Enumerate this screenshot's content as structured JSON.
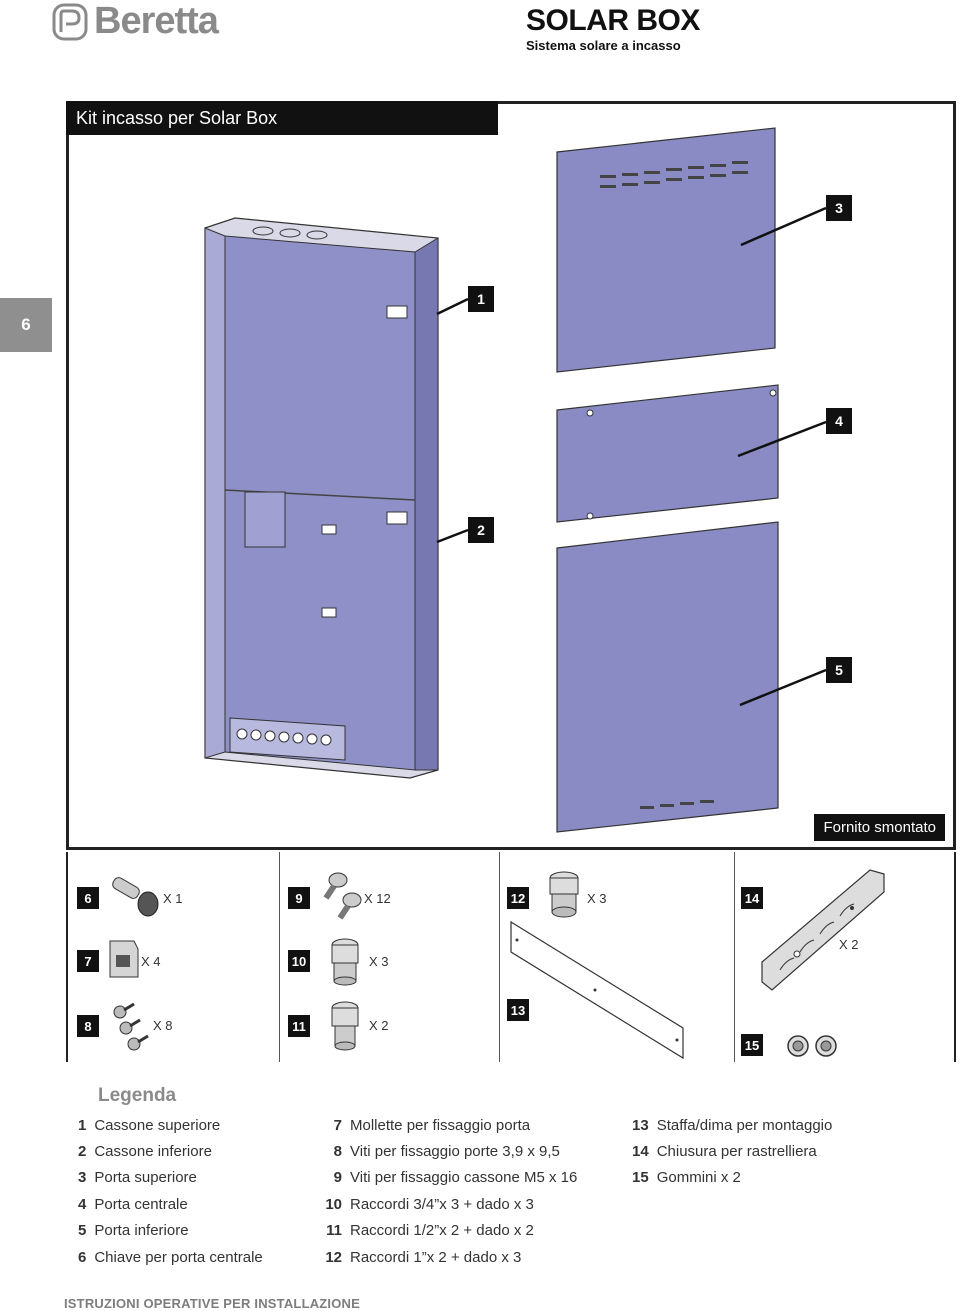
{
  "brand": {
    "name": "Beretta"
  },
  "header": {
    "title": "SOLAR BOX",
    "subtitle": "Sistema solare a incasso"
  },
  "page_tab": "6",
  "figure": {
    "heading": "Kit incasso per Solar Box",
    "callouts": [
      "3",
      "1",
      "4",
      "2",
      "5"
    ],
    "note": "Fornito smontato"
  },
  "parts": [
    {
      "num": "6",
      "qty": "X 1"
    },
    {
      "num": "7",
      "qty": "X 4"
    },
    {
      "num": "8",
      "qty": "X 8"
    },
    {
      "num": "9",
      "qty": "X 12"
    },
    {
      "num": "10",
      "qty": "X 3"
    },
    {
      "num": "11",
      "qty": "X 2"
    },
    {
      "num": "12",
      "qty": "X 3"
    },
    {
      "num": "13",
      "qty": ""
    },
    {
      "num": "14",
      "qty": "X 2"
    },
    {
      "num": "15",
      "qty": ""
    }
  ],
  "legend": {
    "title": "Legenda",
    "col1": [
      {
        "num": "1",
        "text": "Cassone superiore"
      },
      {
        "num": "2",
        "text": "Cassone inferiore"
      },
      {
        "num": "3",
        "text": "Porta superiore"
      },
      {
        "num": "4",
        "text": "Porta centrale"
      },
      {
        "num": "5",
        "text": "Porta inferiore"
      },
      {
        "num": "6",
        "text": "Chiave per porta centrale"
      }
    ],
    "col2": [
      {
        "num": "7",
        "text": "Mollette per fissaggio porta"
      },
      {
        "num": "8",
        "text": "Viti per fissaggio porte 3,9 x 9,5"
      },
      {
        "num": "9",
        "text": "Viti per fissaggio cassone M5 x 16"
      },
      {
        "num": "10",
        "text": "Raccordi 3/4”x 3 + dado x 3"
      },
      {
        "num": "11",
        "text": "Raccordi 1/2”x 2 + dado x 2"
      },
      {
        "num": "12",
        "text": "Raccordi 1”x 2 + dado x 3"
      }
    ],
    "col3": [
      {
        "num": "13",
        "text": "Staffa/dima per montaggio"
      },
      {
        "num": "14",
        "text": "Chiusura per rastrelliera"
      },
      {
        "num": "15",
        "text": "Gommini x 2"
      }
    ]
  },
  "footer": "ISTRUZIONI OPERATIVE PER INSTALLAZIONE",
  "colors": {
    "panel": "#8a8bc4",
    "panel_dark": "#6d6ea8",
    "accent_dark": "#111111",
    "tab_gray": "#8f8f8f"
  }
}
